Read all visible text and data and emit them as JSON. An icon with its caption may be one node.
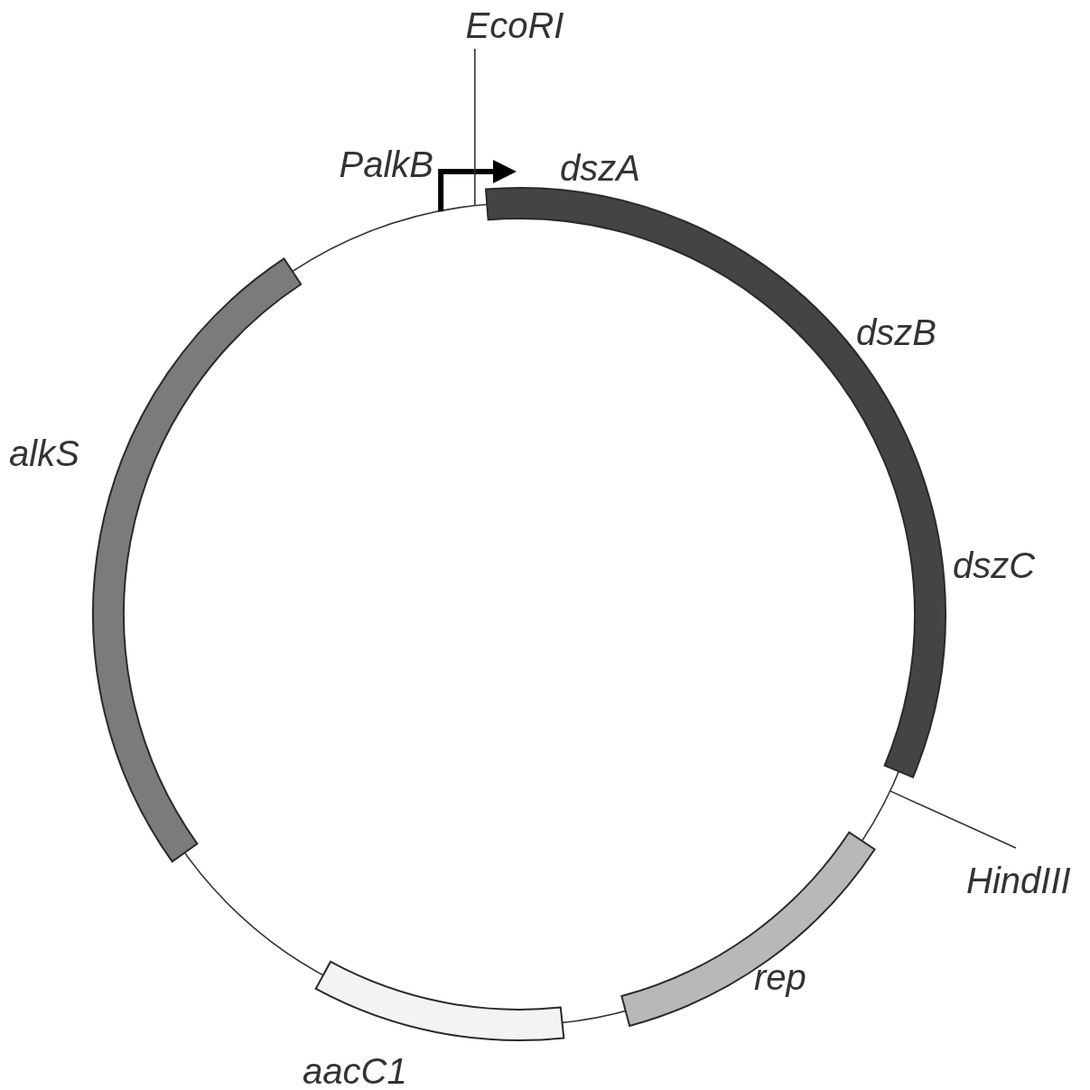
{
  "diagram": {
    "nodes": [
      {
        "text": [
          "EcoRI"
        ]
      },
      {
        "text": [],
        "shape": "arrow",
        "beside": [
          "PalkB"
        ]
      },
      {
        "text": [],
        "shape": "arc",
        "beside": [
          "dszA",
          "dszB",
          "dszC"
        ]
      },
      {
        "text": [],
        "shape": "arc",
        "beside": [
          "alkS"
        ]
      },
      {
        "text": [
          "HindIII"
        ]
      },
      {
        "text": [],
        "shape": "arc",
        "beside": [
          "rep"
        ]
      },
      {
        "text": [],
        "shape": "arc",
        "beside": [
          "aacC1"
        ]
      }
    ],
    "edges": [
      {
        "from": 0,
        "to": 1,
        "arrow": "none"
      },
      {
        "from": 4,
        "to": null,
        "arrow": "none"
      }
    ]
  }
}
